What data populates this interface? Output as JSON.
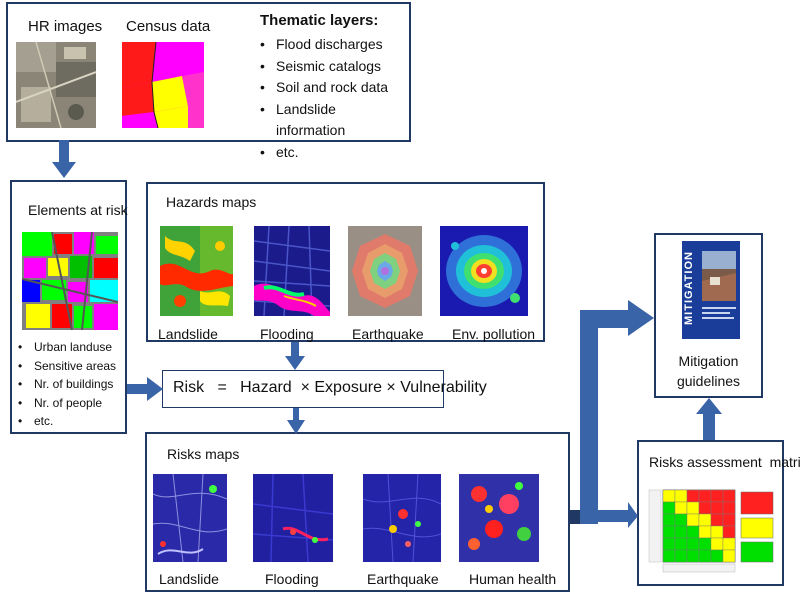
{
  "sources": {
    "hr_images_label": "HR images",
    "census_label": "Census data",
    "thematic_title": "Thematic layers:",
    "thematic_items": [
      "Flood discharges",
      "Seismic catalogs",
      "Soil and rock data",
      "Landslide information",
      "etc."
    ]
  },
  "elements_at_risk": {
    "title": "Elements at risk",
    "items": [
      "Urban landuse",
      "Sensitive areas",
      "Nr. of buildings",
      "Nr. of people",
      "etc."
    ]
  },
  "hazards": {
    "title": "Hazards maps",
    "maps": [
      "Landslide",
      "Flooding",
      "Earthquake",
      "Env. pollution"
    ]
  },
  "formula": {
    "text": "Risk   =   Hazard  × Exposure × Vulnerability"
  },
  "risks": {
    "title": "Risks maps",
    "maps": [
      "Landslide",
      "Flooding",
      "Earthquake",
      "Human health"
    ]
  },
  "matrix": {
    "title": "Risks assessment  matrix"
  },
  "mitigation": {
    "book_title": "MITIGATION",
    "caption_line1": "Mitigation",
    "caption_line2": "guidelines"
  },
  "colors": {
    "border": "#1f3864",
    "arrow": "#3a64a8"
  }
}
